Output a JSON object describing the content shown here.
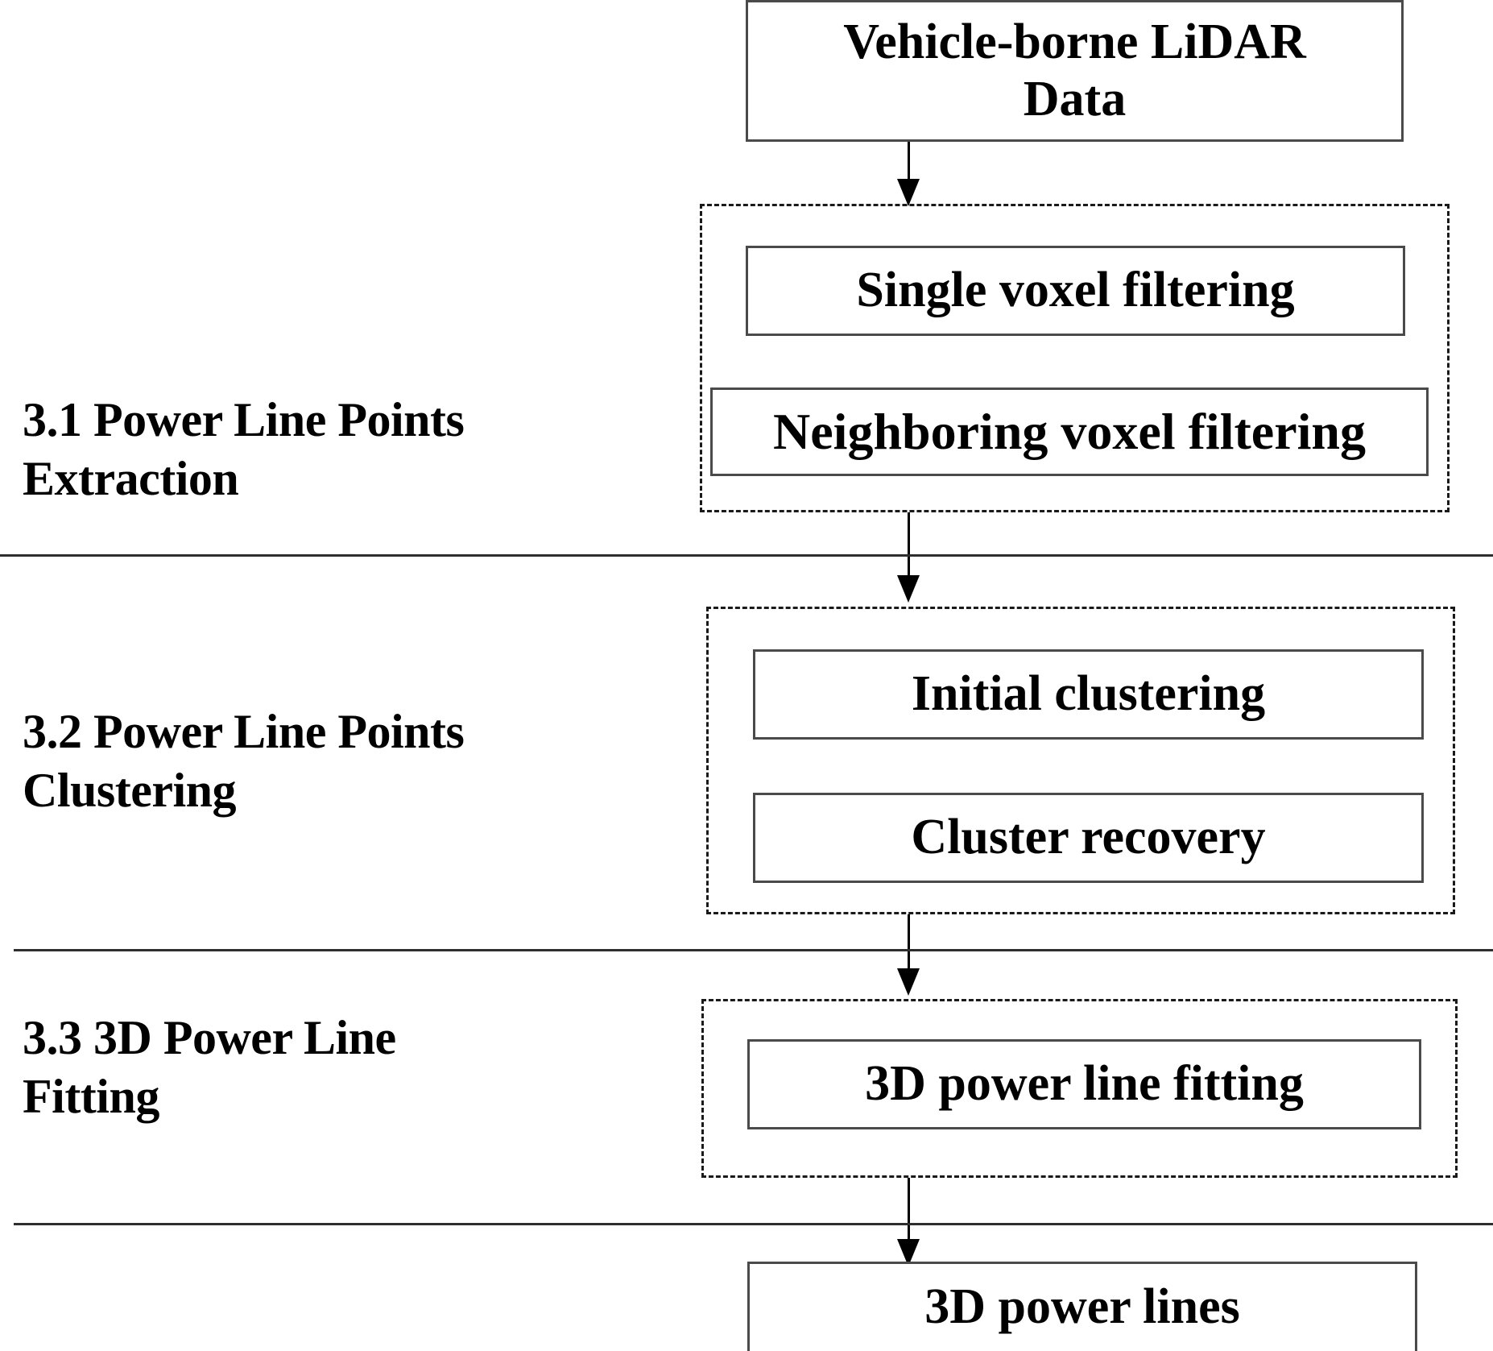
{
  "figure": {
    "type": "flowchart",
    "orientation": "top-to-bottom",
    "title_box": {
      "label": "Vehicle-borne LiDAR\nData"
    },
    "sections": [
      {
        "id": "3.1",
        "label": "3.1 Power Line Points\nExtraction",
        "steps": [
          {
            "label": "Single voxel filtering"
          },
          {
            "label": "Neighboring voxel filtering"
          }
        ]
      },
      {
        "id": "3.2",
        "label": "3.2 Power Line Points\nClustering",
        "steps": [
          {
            "label": "Initial clustering"
          },
          {
            "label": "Cluster recovery"
          }
        ]
      },
      {
        "id": "3.3",
        "label": "3.3 3D Power Line\nFitting",
        "steps": [
          {
            "label": "3D power line fitting"
          }
        ]
      }
    ],
    "output_box": {
      "label": "3D power lines"
    },
    "colors": {
      "background": "#ffffff",
      "text": "#000000",
      "solid_border": "#4a4a4a",
      "dashed_border": "#1a1a1a",
      "divider": "#2e2e2e",
      "arrow": "#000000"
    }
  }
}
